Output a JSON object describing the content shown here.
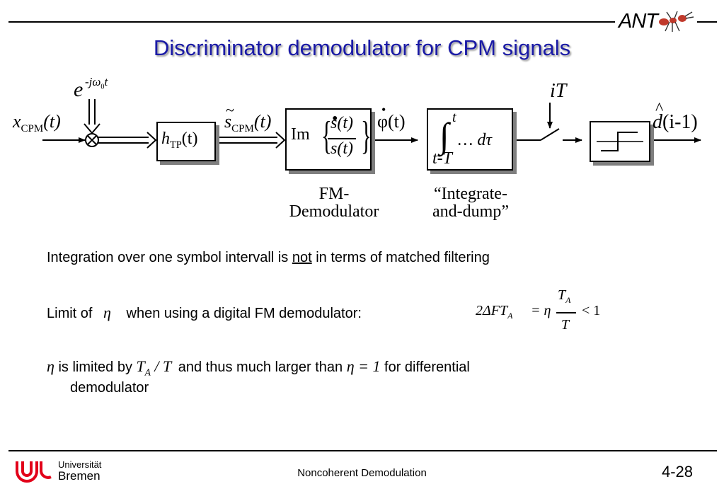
{
  "slide": {
    "title": "Discriminator demodulator for CPM signals",
    "page_number": "4-28",
    "footer_center": "Noncoherent Demodulation",
    "university_line1": "Universität",
    "university_line2": "Bremen",
    "logo_top_right": "ANT"
  },
  "diagram": {
    "input_base": "x",
    "input_sub": "CPM",
    "input_arg": "(t)",
    "carrier_base": "e",
    "carrier_exp": "-jω",
    "carrier_exp_sub": "0",
    "carrier_exp_t": "t",
    "filter_base": "h",
    "filter_sub": "TP",
    "filter_arg": "(t)",
    "tilde_base": "s",
    "tilde_sub": "CPM",
    "tilde_arg": "(t)",
    "fm_im": "Im",
    "fm_num": "s(t)",
    "fm_den": "s(t)",
    "phi_dot": "φ(t)",
    "integ_upper": "t",
    "integ_lower": "t-T",
    "integ_body": "… dτ",
    "sample_label": "iT",
    "output_base": "d",
    "output_arg": "(i-1)",
    "fm_caption_1": "FM-",
    "fm_caption_2": "Demodulator",
    "id_caption_1": "“Integrate-",
    "id_caption_2": "and-dump”"
  },
  "text": {
    "line1_pre": "Integration over one symbol intervall is ",
    "line1_underlined": "not",
    "line1_post": " in terms of matched filtering",
    "line2_pre": "Limit of",
    "line2_eta": "η",
    "line2_post": "when using a digital FM demodulator:",
    "formula_lhs": "2ΔFT",
    "formula_lhs_sub": "A",
    "formula_eq": "= η",
    "formula_num": "T",
    "formula_num_sub": "A",
    "formula_den": "T",
    "formula_rhs": "< 1",
    "line3_eta": "η",
    "line3_a": "is limited by",
    "line3_ta": "T",
    "line3_ta_sub": "A",
    "line3_over_t": "/ T",
    "line3_b": "and thus much larger than",
    "line3_eta_eq": "η = 1",
    "line3_c": "for differential",
    "line3_d": "demodulator"
  }
}
